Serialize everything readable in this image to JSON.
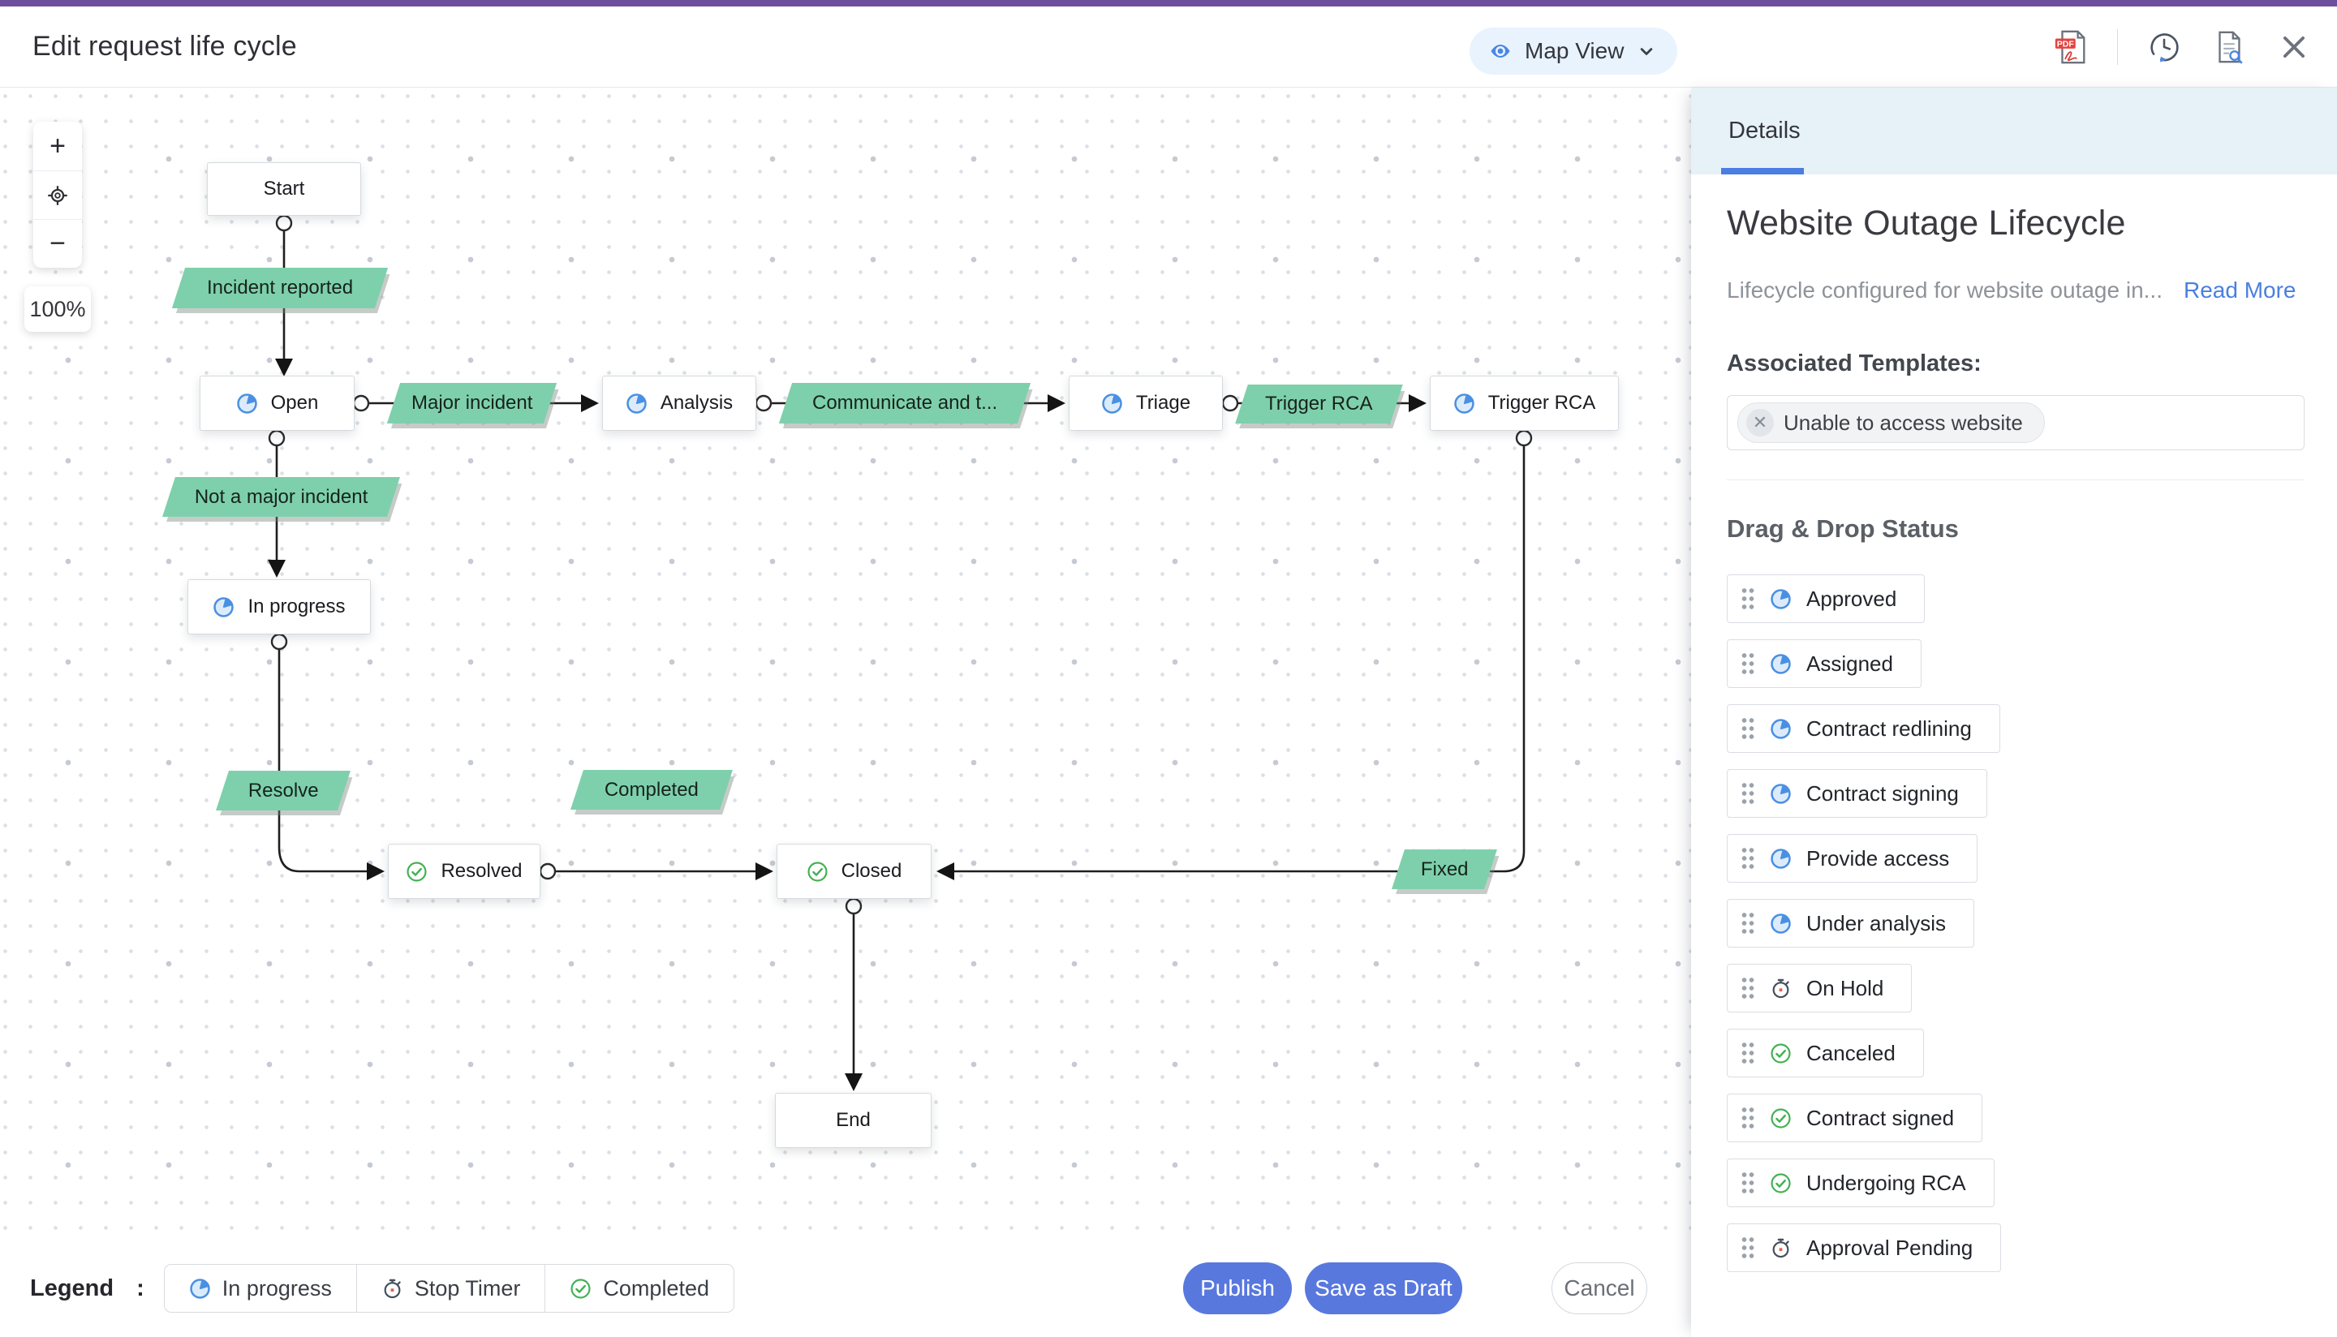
{
  "header": {
    "title": "Edit request life cycle",
    "view_label": "Map View",
    "icons": [
      "pdf-export",
      "version-history",
      "document-search",
      "close"
    ]
  },
  "canvas": {
    "zoom_level": "100%",
    "zoom_in": "+",
    "zoom_out": "−",
    "nodes": [
      {
        "label": "Start",
        "icon": "none"
      },
      {
        "label": "Open",
        "icon": "in-progress"
      },
      {
        "label": "Analysis",
        "icon": "in-progress"
      },
      {
        "label": "Triage",
        "icon": "in-progress"
      },
      {
        "label": "Trigger RCA",
        "icon": "in-progress"
      },
      {
        "label": "In progress",
        "icon": "in-progress"
      },
      {
        "label": "Resolved",
        "icon": "completed"
      },
      {
        "label": "Closed",
        "icon": "completed"
      },
      {
        "label": "End",
        "icon": "none"
      }
    ],
    "transitions": [
      {
        "label": "Incident reported"
      },
      {
        "label": "Major incident"
      },
      {
        "label": "Communicate and t..."
      },
      {
        "label": "Trigger RCA"
      },
      {
        "label": "Not a major incident"
      },
      {
        "label": "Resolve"
      },
      {
        "label": "Completed"
      },
      {
        "label": "Fixed"
      }
    ]
  },
  "details": {
    "tab": "Details",
    "title": "Website Outage Lifecycle",
    "description": "Lifecycle configured for website outage in...",
    "read_more": "Read More",
    "associated_templates_label": "Associated Templates:",
    "templates": [
      {
        "label": "Unable to access website",
        "remove": "✕"
      }
    ],
    "drag_drop_heading": "Drag & Drop Status",
    "statuses": [
      {
        "label": "Approved",
        "icon": "in-progress"
      },
      {
        "label": "Assigned",
        "icon": "in-progress"
      },
      {
        "label": "Contract redlining",
        "icon": "in-progress"
      },
      {
        "label": "Contract signing",
        "icon": "in-progress"
      },
      {
        "label": "Provide access",
        "icon": "in-progress"
      },
      {
        "label": "Under analysis",
        "icon": "in-progress"
      },
      {
        "label": "On Hold",
        "icon": "stop-timer"
      },
      {
        "label": "Canceled",
        "icon": "completed"
      },
      {
        "label": "Contract signed",
        "icon": "completed"
      },
      {
        "label": "Undergoing RCA",
        "icon": "completed"
      },
      {
        "label": "Approval Pending",
        "icon": "stop-timer"
      }
    ]
  },
  "footer": {
    "legend_label": "Legend",
    "legend_colon": ":",
    "legend_items": [
      {
        "label": "In progress",
        "icon": "in-progress"
      },
      {
        "label": "Stop Timer",
        "icon": "stop-timer"
      },
      {
        "label": "Completed",
        "icon": "completed"
      }
    ],
    "buttons": {
      "publish": "Publish",
      "save_draft": "Save as Draft",
      "cancel": "Cancel"
    }
  },
  "colors": {
    "topbar_purple": "#6e4f9f",
    "transition_green": "#7ed0ac",
    "accent_blue": "#5878de",
    "icon_blue": "#4a90e2",
    "icon_green": "#43b153",
    "icon_red": "#e0635a",
    "tab_strip_blue": "#e7f1f8"
  }
}
